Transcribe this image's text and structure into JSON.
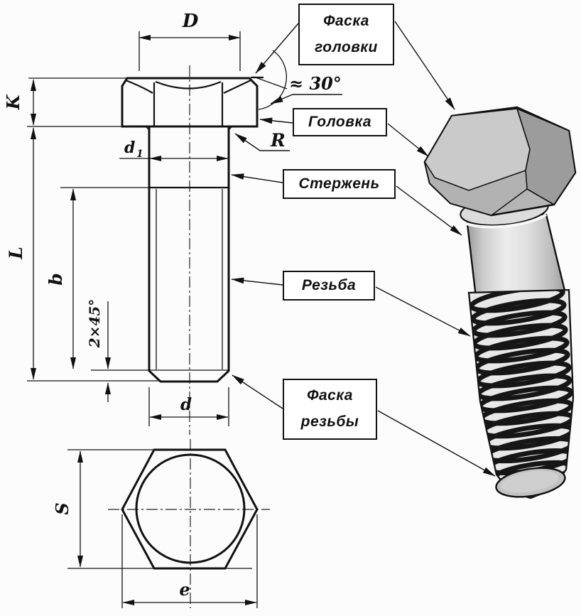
{
  "diagram": {
    "callouts": {
      "head_chamfer": {
        "line1": "Фаска",
        "line2": "головки"
      },
      "head": "Головка",
      "shank": "Стержень",
      "thread": "Резьба",
      "thread_chamfer": {
        "line1": "Фаска",
        "line2": "резьбы"
      }
    },
    "annotations": {
      "chamfer_angle": "≈ 30°",
      "fillet_radius": "R",
      "end_chamfer": "2×45°"
    },
    "dims": {
      "head_top_diameter": "D",
      "head_height": "K",
      "bolt_length": "L",
      "thread_length": "b",
      "shank_diameter_letter": "d",
      "shank_diameter_sub": "1",
      "thread_diameter": "d",
      "across_flats": "S",
      "across_corners": "e"
    },
    "colors": {
      "line": "#111111",
      "paper": "#fcfcfc",
      "metal_light": "#d6d9d9",
      "metal_mid": "#b5b5b5",
      "metal_dark": "#9c9c9c",
      "thread_dark": "#161616"
    }
  }
}
